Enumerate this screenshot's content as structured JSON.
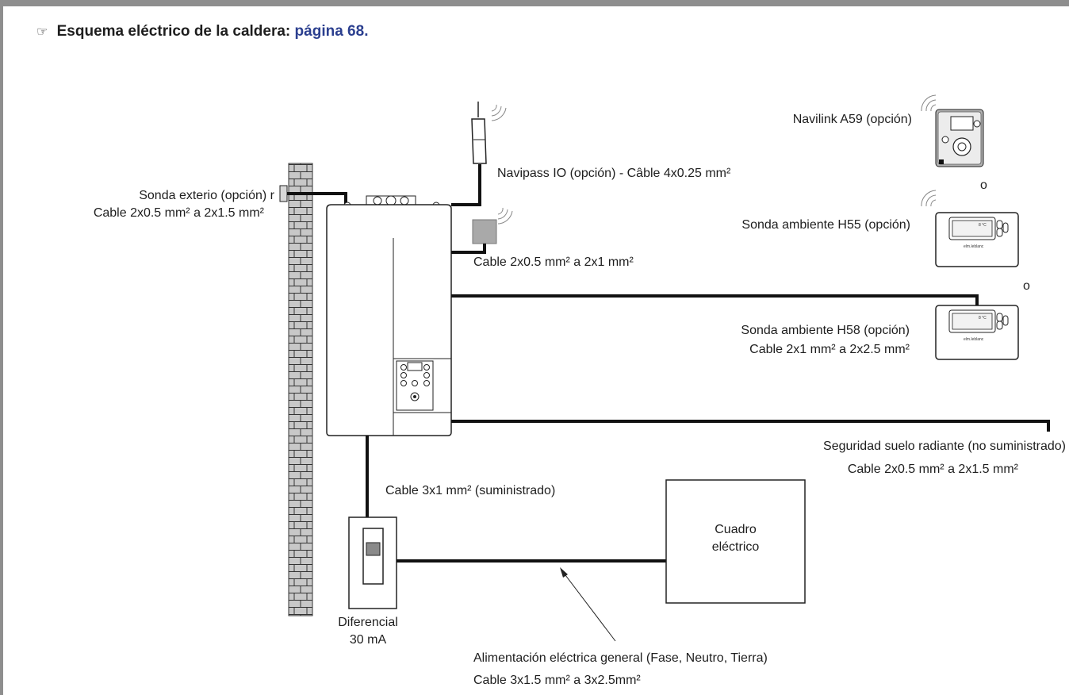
{
  "header": {
    "pointer_icon": "hand-pointer-icon",
    "title": "Esquema eléctrico de la caldera:",
    "link": "página 68."
  },
  "labels": {
    "sonda_exterior_1": "Sonda exterio (opción) r",
    "sonda_exterior_2": "Cable 2x0.5 mm² a 2x1.5 mm²",
    "navipass": "Navipass IO (opción)  - Câble 4x0.25 mm²",
    "navilink": "Navilink A59 (opción)",
    "or_1": "o",
    "h55": "Sonda ambiente H55 (opción)",
    "cable_sensor": "Cable 2x0.5 mm² a 2x1 mm²",
    "or_2": "o",
    "h58_1": "Sonda ambiente H58 (opción)",
    "h58_2": "Cable 2x1 mm² a 2x2.5 mm²",
    "floor_1": "Seguridad suelo radiante (no suministrado)",
    "floor_2": "Cable 2x0.5 mm² a 2x1.5 mm²",
    "cable_supplied": "Cable 3x1 mm² (suministrado)",
    "panel_1": "Cuadro",
    "panel_2": "eléctrico",
    "rcd_1": "Diferencial",
    "rcd_2": "30 mA",
    "supply_1": "Alimentación eléctrica general (Fase, Neutro, Tierra)",
    "supply_2": "Cable 3x1.5 mm² a 3x2.5mm²"
  },
  "thermostat_brand": "elm.leblanc",
  "colors": {
    "frame": "#8e8e8e",
    "link": "#2b3f8f",
    "wire": "#111111",
    "wall": "#c8c8c8",
    "device_gray": "#a9a9a9"
  }
}
